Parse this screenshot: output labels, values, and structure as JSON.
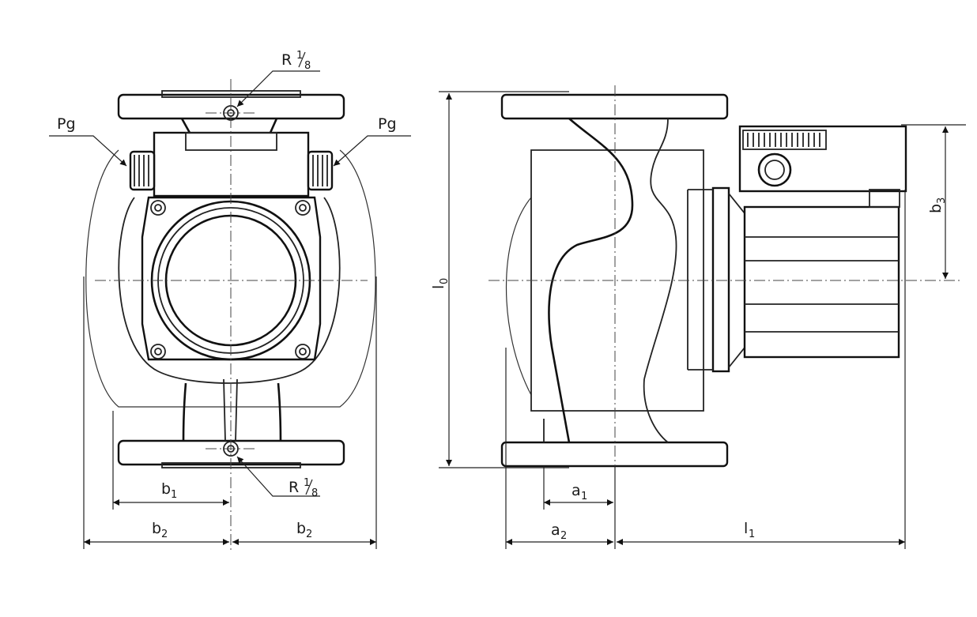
{
  "labels": {
    "pg_left": "Pg",
    "pg_right": "Pg",
    "r_top": "R",
    "r_bottom": "R",
    "thread_num": "1",
    "thread_den": "8",
    "b1": "b",
    "b1_sub": "1",
    "b2_left": "b",
    "b2_left_sub": "2",
    "b2_right": "b",
    "b2_right_sub": "2",
    "b3": "b",
    "b3_sub": "3",
    "a1": "a",
    "a1_sub": "1",
    "a2": "a",
    "a2_sub": "2",
    "l0": "l",
    "l0_sub": "0",
    "l1": "l",
    "l1_sub": "1"
  },
  "colors": {
    "line": "#111111",
    "background": "#ffffff"
  }
}
